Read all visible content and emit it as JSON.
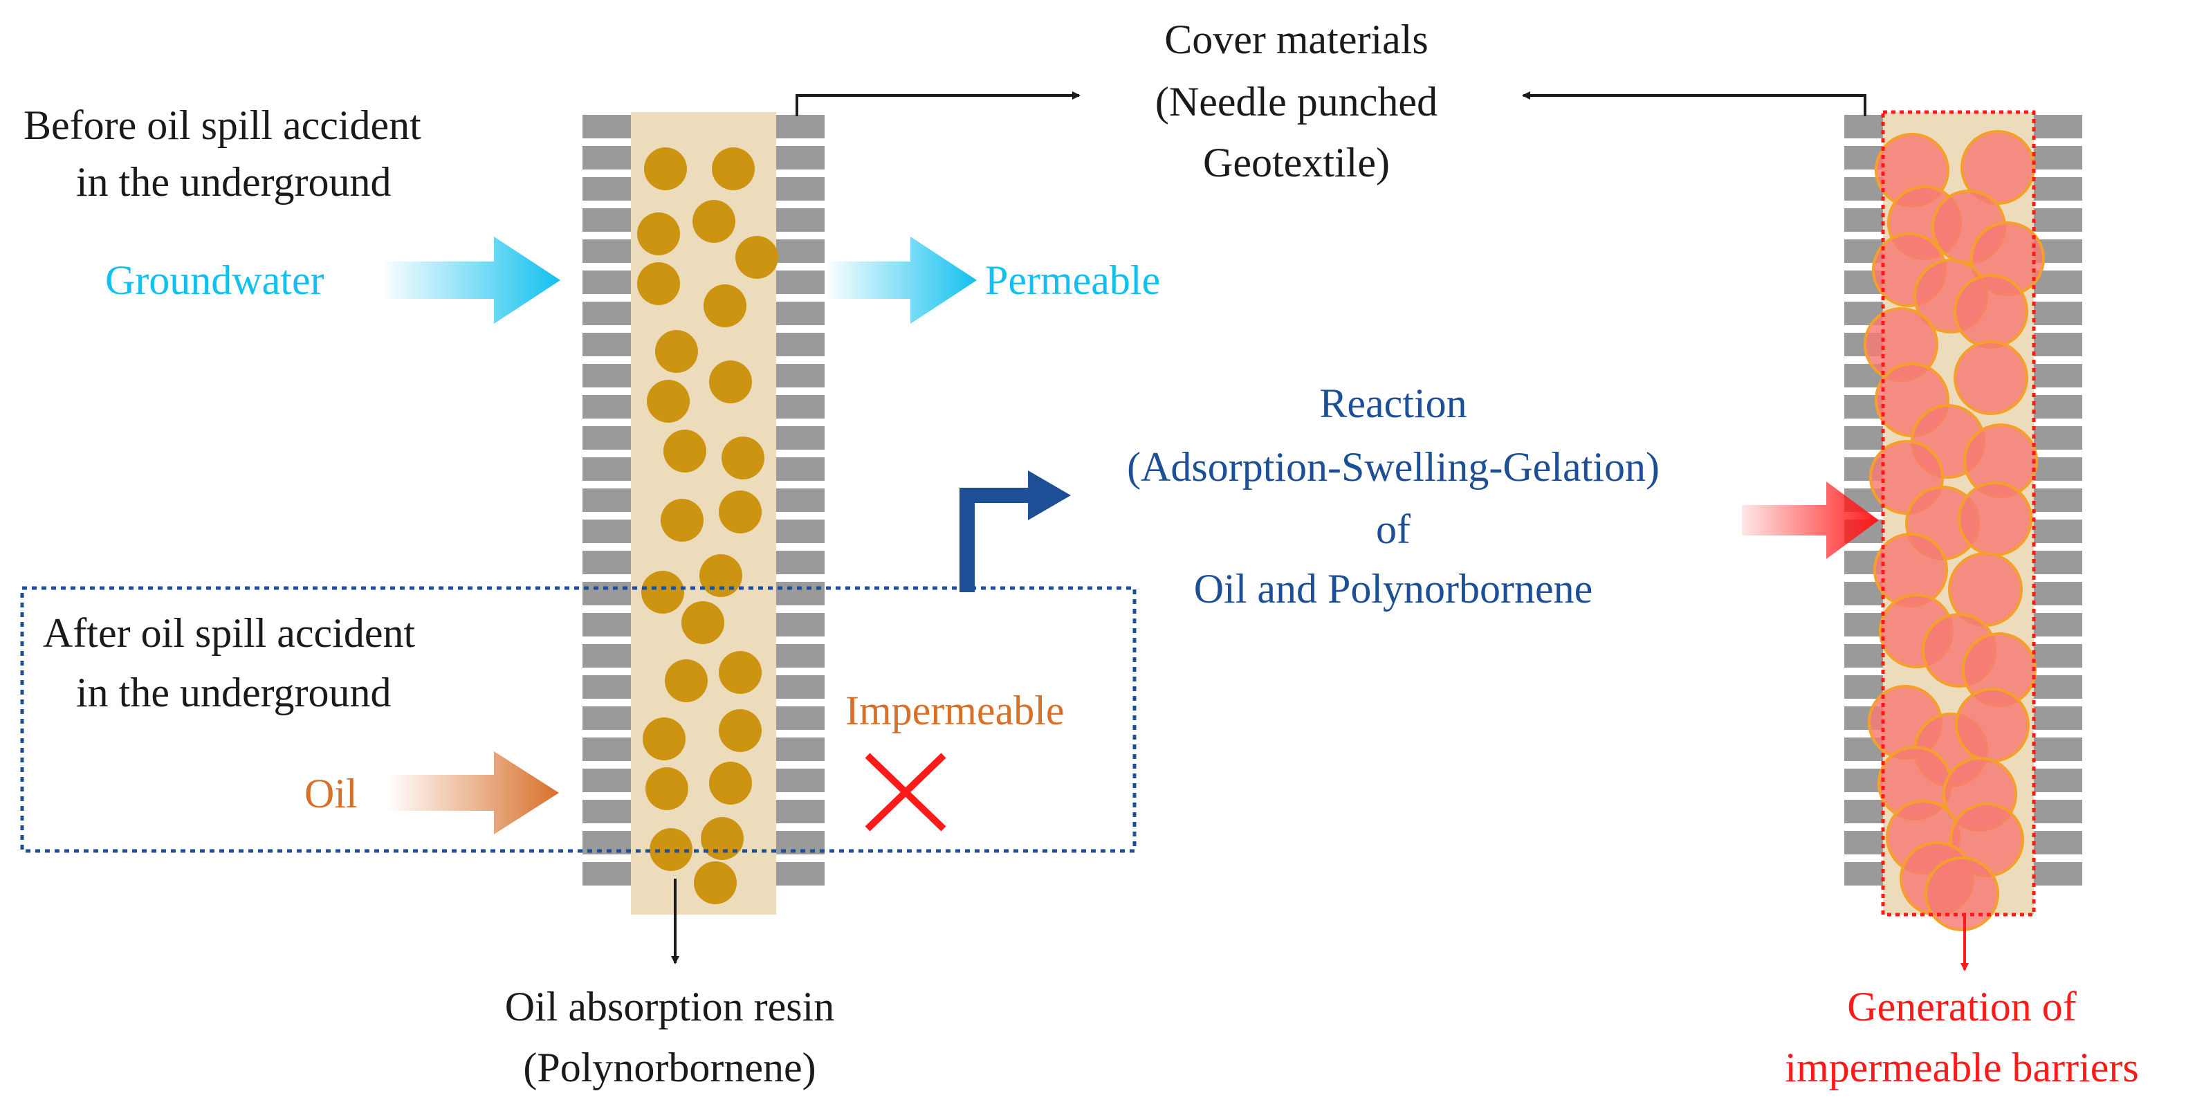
{
  "colors": {
    "black": "#1a1a1a",
    "water": "#12c0ef",
    "oil": "#d8702a",
    "reaction": "#1d4f96",
    "barrier": "#ff1a1a",
    "resin_fill": "#cc9410",
    "swollen_fill": "#f77a74",
    "swollen_edge": "#f5a02a",
    "geotextile": "#9a9a9a",
    "core": "#ecdcbc"
  },
  "icons": {
    "impermeable_mark": "x-mark-icon",
    "reaction_arrow": "bent-arrow-icon",
    "flow_arrow": "gradient-arrow-icon"
  },
  "labels": {
    "before_line1": "Before oil spill accident",
    "before_line2": "in the underground",
    "groundwater": "Groundwater",
    "permeable": "Permeable",
    "cover_line1": "Cover materials",
    "cover_line2": "(Needle punched",
    "cover_line3": "Geotextile)",
    "reaction_line1": "Reaction",
    "reaction_line2": "(Adsorption-Swelling-Gelation)",
    "reaction_line3": "of",
    "reaction_line4": "Oil and Polynorbornene",
    "after_line1": "After oil spill accident",
    "after_line2": "in the underground",
    "impermeable": "Impermeable",
    "oil": "Oil",
    "resin_line1": "Oil absorption resin",
    "resin_line2": "(Polynorbornene)",
    "barrier_line1": "Generation of",
    "barrier_line2": "impermeable barriers"
  }
}
